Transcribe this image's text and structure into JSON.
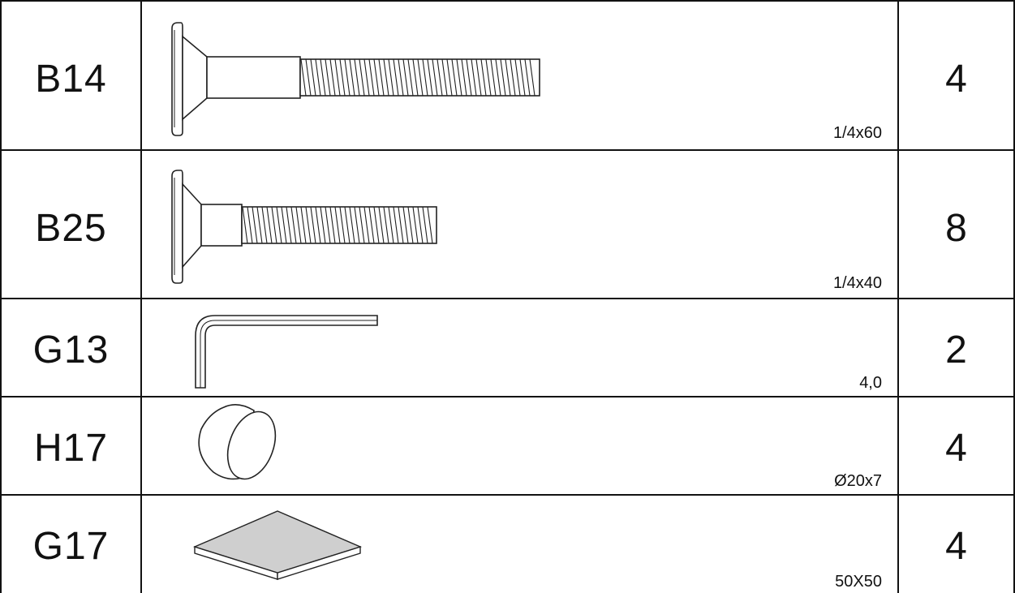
{
  "parts": [
    {
      "code": "B14",
      "size": "1/4x60",
      "qty": "4",
      "icon": "bolt-long-icon"
    },
    {
      "code": "B25",
      "size": "1/4x40",
      "qty": "8",
      "icon": "bolt-short-icon"
    },
    {
      "code": "G13",
      "size": "4,0",
      "qty": "2",
      "icon": "allen-key-icon"
    },
    {
      "code": "H17",
      "size": "Ø20x7",
      "qty": "4",
      "icon": "cap-disc-icon"
    },
    {
      "code": "G17",
      "size": "50X50",
      "qty": "4",
      "icon": "felt-pad-icon"
    }
  ]
}
